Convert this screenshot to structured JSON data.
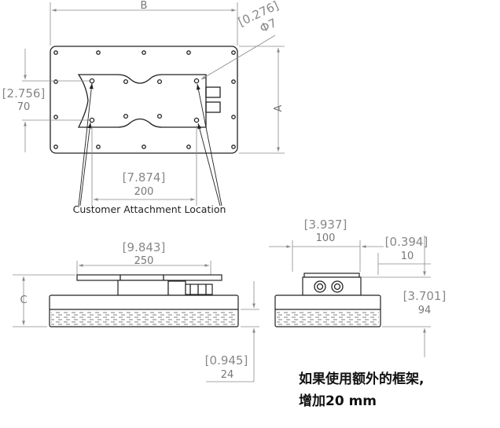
{
  "top_view": {
    "width_label": "B",
    "height_label": "A",
    "hole_dia_in": "[0.276]",
    "hole_dia_mm": "Φ7",
    "spacing_v_in": "[2.756]",
    "spacing_v_mm": "70",
    "spacing_h_in": "[7.874]",
    "spacing_h_mm": "200",
    "callout": "Customer Attachment Location"
  },
  "front_view": {
    "width_in": "[9.843]",
    "width_mm": "250",
    "height_label": "C",
    "base_in": "[0.945]",
    "base_mm": "24"
  },
  "side_view": {
    "width_in": "[3.937]",
    "width_mm": "100",
    "offset_in": "[0.394]",
    "offset_mm": "10",
    "height_in": "[3.701]",
    "height_mm": "94"
  },
  "note": {
    "line1": "如果使用额外的框架,",
    "line2": "增加20 mm"
  }
}
